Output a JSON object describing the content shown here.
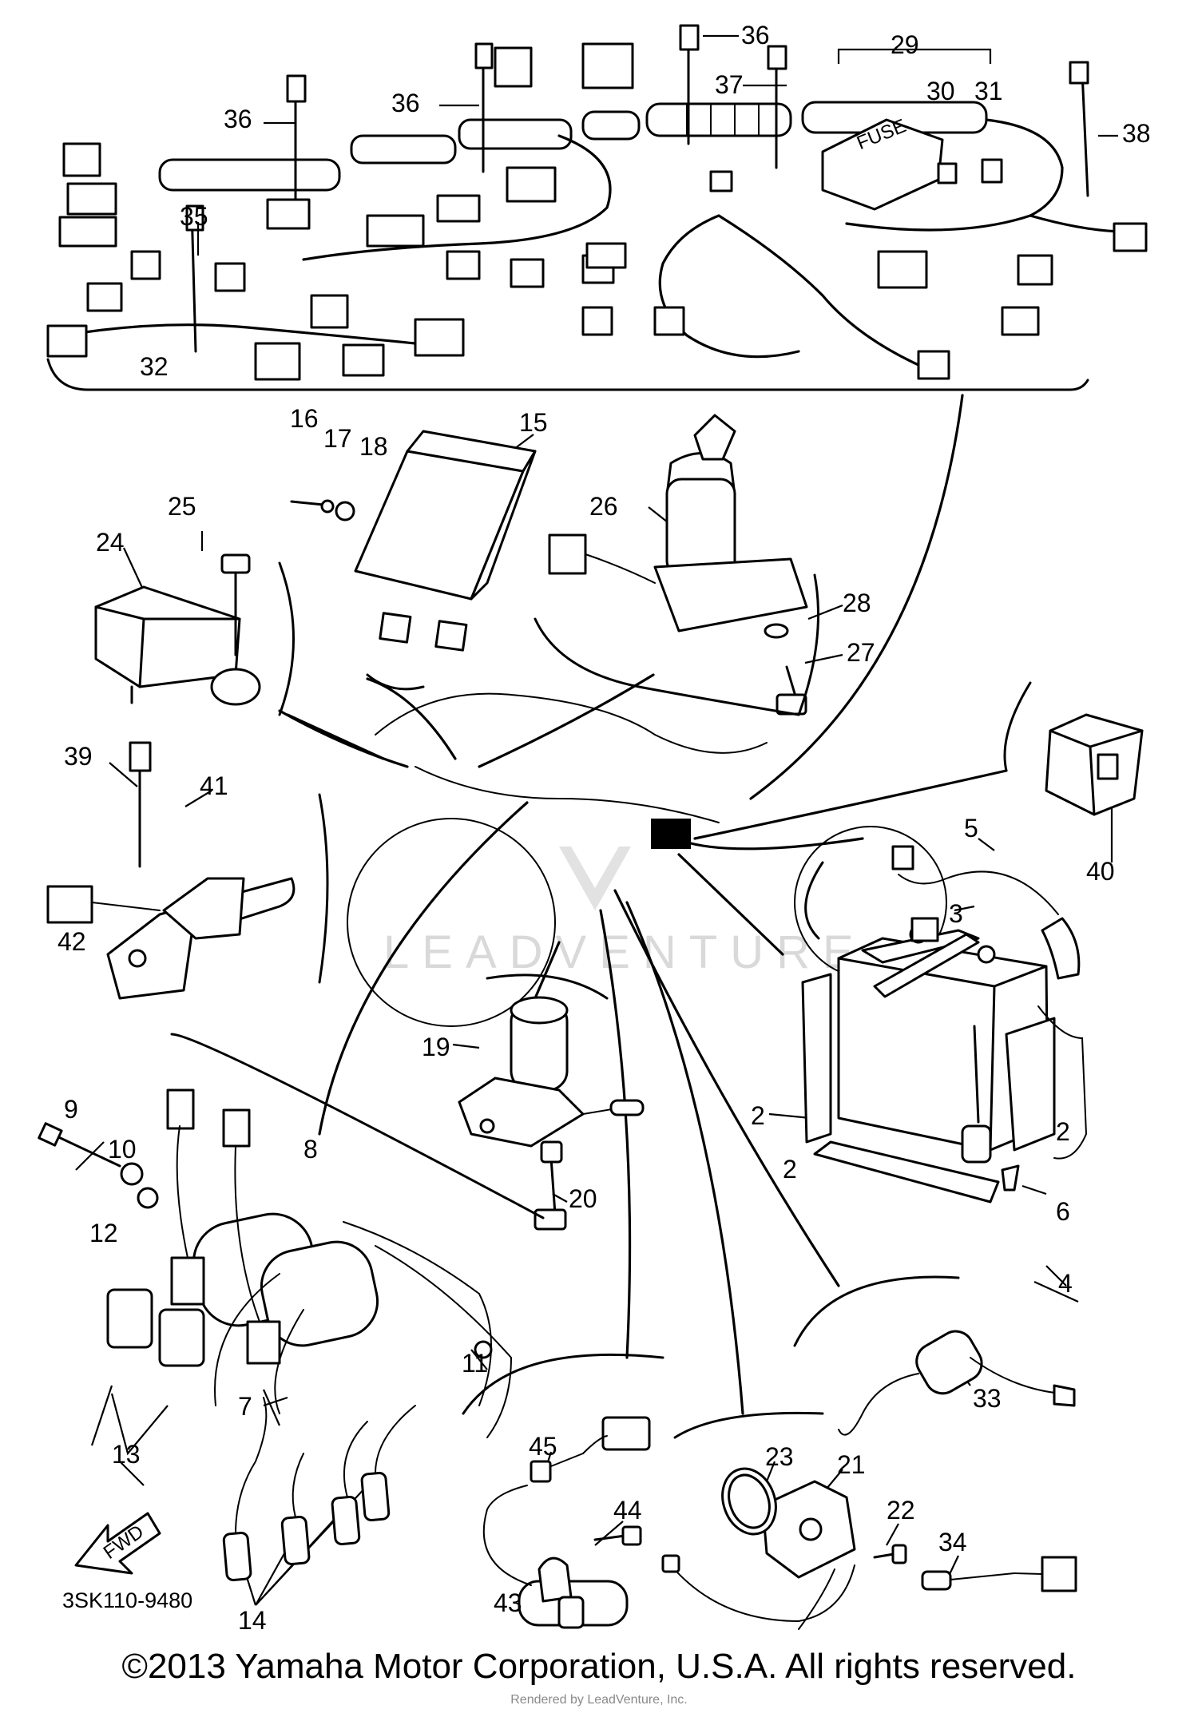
{
  "diagram": {
    "drawing_code": "3SK110-9480",
    "fuse_label": "FUSE",
    "fwd_label": "FWD",
    "watermark_text": "LEADVENTURE",
    "callouts": [
      "36",
      "36",
      "36",
      "37",
      "29",
      "30",
      "31",
      "38",
      "35",
      "32",
      "16",
      "17",
      "18",
      "15",
      "26",
      "28",
      "27",
      "25",
      "24",
      "39",
      "41",
      "42",
      "40",
      "5",
      "3",
      "19",
      "20",
      "2",
      "2",
      "2",
      "6",
      "4",
      "9",
      "10",
      "8",
      "12",
      "11",
      "7",
      "13",
      "14",
      "45",
      "44",
      "43",
      "23",
      "21",
      "22",
      "33",
      "34"
    ]
  },
  "footer": {
    "copyright": "©2013 Yamaha Motor Corporation, U.S.A. All rights reserved.",
    "rendered_by": "Rendered by LeadVenture, Inc."
  }
}
